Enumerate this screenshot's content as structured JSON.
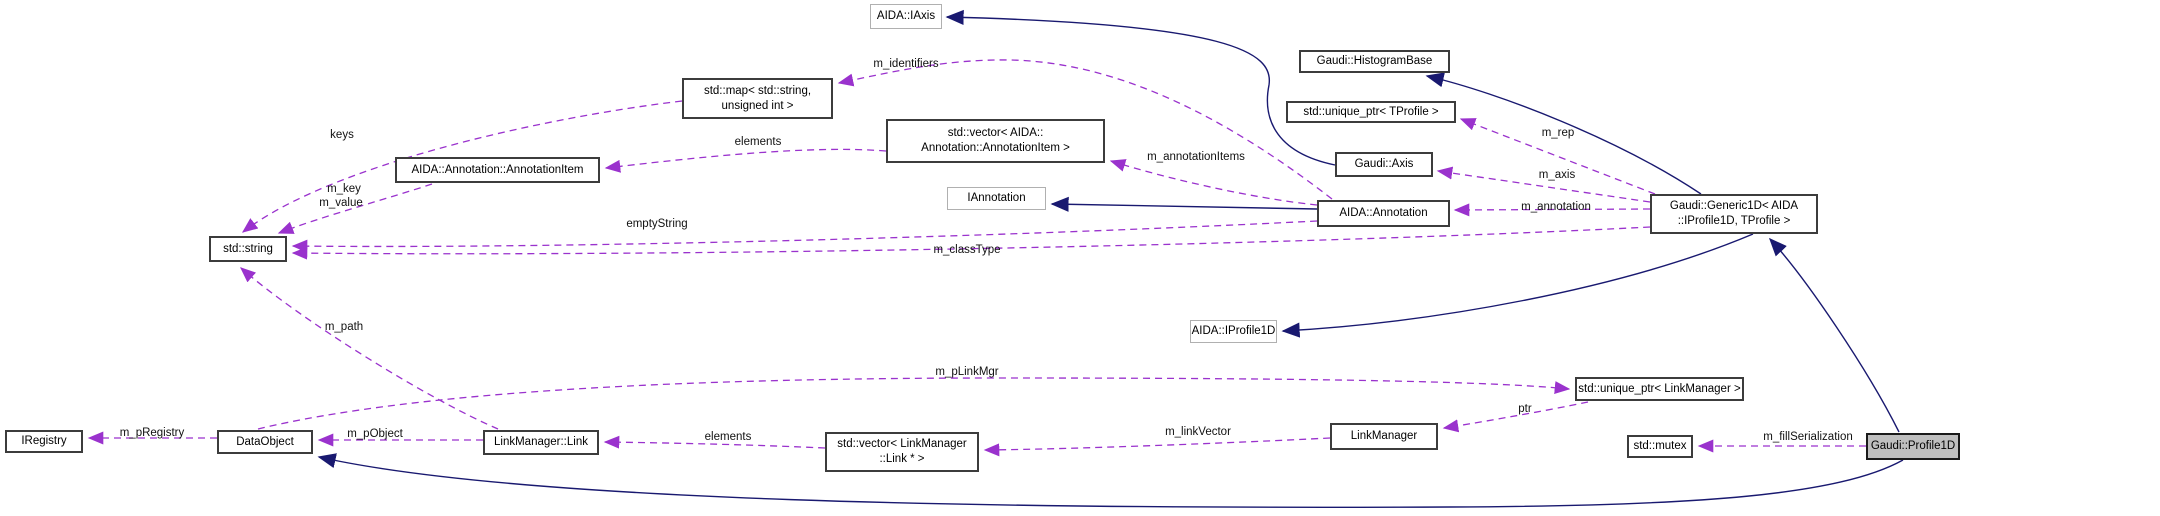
{
  "nodes": {
    "iaxis": {
      "label": "AIDA::IAxis"
    },
    "histogram_base": {
      "label": "Gaudi::HistogramBase"
    },
    "map": {
      "line1": "std::map< std::string,",
      "line2": "unsigned int >"
    },
    "unique_ptr_tprofile": {
      "label": "std::unique_ptr< TProfile >"
    },
    "vector_annotation_item": {
      "line1": "std::vector< AIDA::",
      "line2": "Annotation::AnnotationItem >"
    },
    "axis": {
      "label": "Gaudi::Axis"
    },
    "annotation_item": {
      "label": "AIDA::Annotation::AnnotationItem"
    },
    "iannotation": {
      "label": "IAnnotation"
    },
    "annotation": {
      "label": "AIDA::Annotation"
    },
    "generic1d": {
      "line1": "Gaudi::Generic1D< AIDA",
      "line2": "::IProfile1D, TProfile >"
    },
    "string": {
      "label": "std::string"
    },
    "iprofile1d": {
      "label": "AIDA::IProfile1D"
    },
    "unique_ptr_linkmanager": {
      "label": "std::unique_ptr< LinkManager >"
    },
    "iregistry": {
      "label": "IRegistry"
    },
    "dataobject": {
      "label": "DataObject"
    },
    "link": {
      "label": "LinkManager::Link"
    },
    "vector_link": {
      "line1": "std::vector< LinkManager",
      "line2": "::Link * >"
    },
    "linkmanager": {
      "label": "LinkManager"
    },
    "mutex": {
      "label": "std::mutex"
    },
    "profile1d": {
      "label": "Gaudi::Profile1D"
    }
  },
  "edge_labels": {
    "m_identifiers": "m_identifiers",
    "keys": "keys",
    "elements_top": "elements",
    "m_key": "m_key",
    "m_value": "m_value",
    "empty_string": "emptyString",
    "m_class_type": "m_classType",
    "m_annotation_items": "m_annotationItems",
    "m_rep": "m_rep",
    "m_axis": "m_axis",
    "m_annotation": "m_annotation",
    "m_path": "m_path",
    "m_p_link_mgr": "m_pLinkMgr",
    "m_p_registry": "m_pRegistry",
    "m_p_object": "m_pObject",
    "elements_bottom": "elements",
    "m_link_vector": "m_linkVector",
    "ptr": "ptr",
    "m_fill_serialization": "m_fillSerialization"
  },
  "colors": {
    "inheritance_edge": "#191970",
    "usage_edge": "#9a32cd",
    "current_node_fill": "#bfbfbf",
    "node_border": "#3c3c3c",
    "external_node_border": "#b0b0b0"
  }
}
